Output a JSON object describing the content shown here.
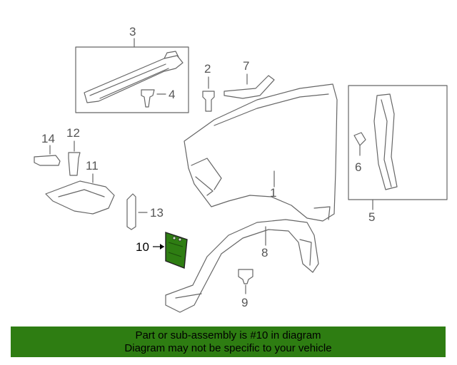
{
  "callouts": {
    "c1": "1",
    "c2": "2",
    "c3": "3",
    "c4": "4",
    "c5": "5",
    "c6": "6",
    "c7": "7",
    "c8": "8",
    "c9": "9",
    "c10": "10",
    "c11": "11",
    "c12": "12",
    "c13": "13",
    "c14": "14"
  },
  "highlighted_part": "10",
  "colors": {
    "highlight_fill": "#2e7d12",
    "banner_bg": "#2e7d12",
    "line": "#666666"
  },
  "banner": {
    "line1": "Part or sub-assembly is #10 in diagram",
    "line2": "Diagram may not be specific to your vehicle"
  }
}
